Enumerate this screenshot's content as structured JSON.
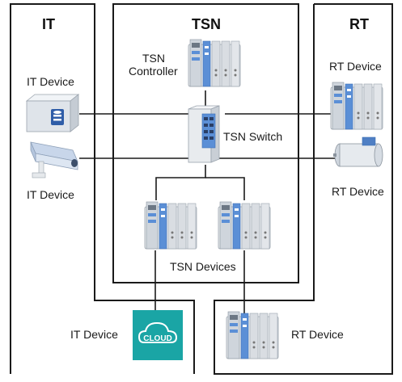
{
  "zones": {
    "it": "IT",
    "tsn": "TSN",
    "rt": "RT"
  },
  "labels": {
    "tsn_controller_line1": "TSN",
    "tsn_controller_line2": "Controller",
    "tsn_switch": "TSN Switch",
    "tsn_devices": "TSN Devices",
    "it_device_server": "IT Device",
    "it_device_camera": "IT Device",
    "it_device_cloud": "IT Device",
    "rt_device_top": "RT Device",
    "rt_device_motor": "RT Device",
    "rt_device_bottom": "RT Device",
    "cloud_text": "CLOUD"
  },
  "colors": {
    "border": "#1a1a1a",
    "link": "#1a1a1a",
    "cloud_tile": "#1aa5a5",
    "module_blue": "#5b8fd6",
    "module_gray": "#d9dde2",
    "switch_body": "#e8ebee",
    "server_body": "#dfe4ea"
  },
  "icons": [
    "tsn-controller-icon",
    "tsn-switch-icon",
    "server-icon",
    "camera-icon",
    "cloud-icon",
    "rt-device-icon",
    "servo-motor-icon",
    "tsn-device-icon"
  ]
}
